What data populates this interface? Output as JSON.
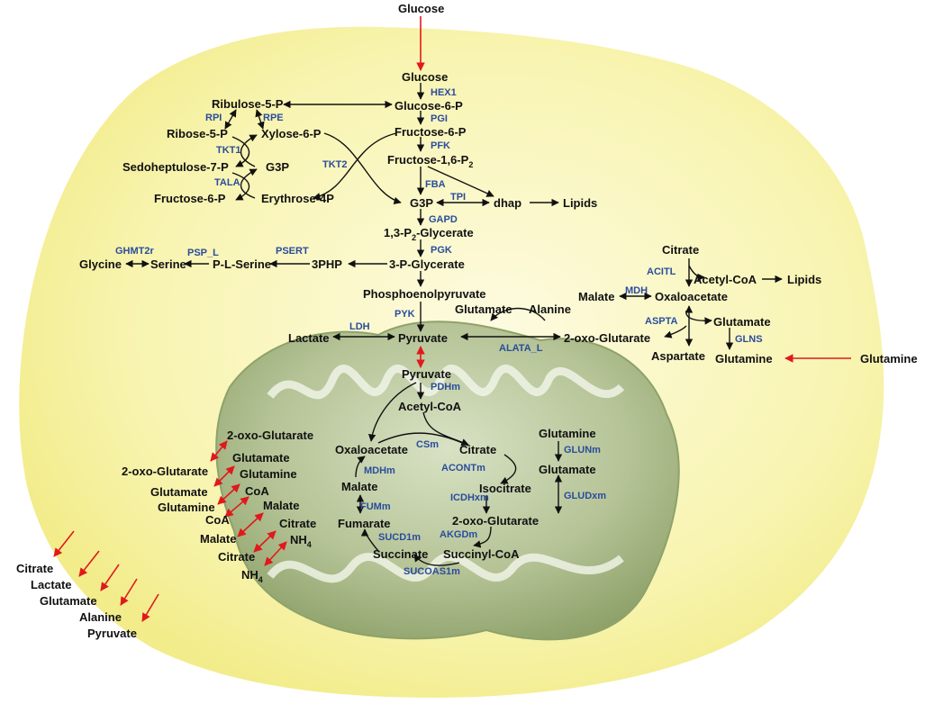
{
  "colors": {
    "cell_fill": "#f7f3a6",
    "cell_center": "#fdfbe0",
    "mito_fill": "#b9c79d",
    "mito_dark": "#7f945d",
    "enzyme": "#2a4d9c",
    "arrow": "#111111",
    "transport_arrow": "#e0191c"
  },
  "metabolites": {
    "glucose_ext": "Glucose",
    "glucose": "Glucose",
    "g6p": "Glucose-6-P",
    "f6p": "Fructose-6-P",
    "f16p_pre": "Fructose-1,6-P",
    "f16p_sub": "2",
    "g3p": "G3P",
    "dhap": "dhap",
    "lipids_dhap": "Lipids",
    "bpg_pre": "1,3-P",
    "bpg_sub": "2",
    "bpg_post": "-Glycerate",
    "pg3": "3-P-Glycerate",
    "pep": "Phosphoenolpyruvate",
    "pyruvate": "Pyruvate",
    "lactate": "Lactate",
    "php3": "3PHP",
    "plserine": "P-L-Serine",
    "serine": "Serine",
    "glycine": "Glycine",
    "ru5p": "Ribulose-5-P",
    "r5p": "Ribose-5-P",
    "x5p": "Xylose-6-P",
    "s7p": "Sedoheptulose-7-P",
    "g3p_ppp": "G3P",
    "f6p_ppp": "Fructose-6-P",
    "e4p": "Erythrose-4P",
    "glutamate_ala": "Glutamate",
    "alanine": "Alanine",
    "oxoglut_cyt": "2-oxo-Glutarate",
    "citrate_cyt": "Citrate",
    "acetylcoa_cyt": "Acetyl-CoA",
    "lipids_cyt": "Lipids",
    "malate_cyt": "Malate",
    "oaa_cyt": "Oxaloacetate",
    "glutamate_cyt": "Glutamate",
    "aspartate": "Aspartate",
    "glutamine_cyt": "Glutamine",
    "glutamine_ext": "Glutamine",
    "pyr_m": "Pyruvate",
    "acetylcoa_m": "Acetyl-CoA",
    "oaa_m": "Oxaloacetate",
    "citrate_m": "Citrate",
    "isocitrate_m": "Isocitrate",
    "oxoglut_m": "2-oxo-Glutarate",
    "succcoa_m": "Succinyl-CoA",
    "succinate_m": "Succinate",
    "fumarate_m": "Fumarate",
    "malate_m": "Malate",
    "glutamine_m": "Glutamine",
    "glutamate_m": "Glutamate",
    "in_oxoglut": "2-oxo-Glutarate",
    "in_glutamate": "Glutamate",
    "in_glutamine": "Glutamine",
    "in_coa": "CoA",
    "in_malate": "Malate",
    "in_citrate": "Citrate",
    "in_nh4": "NH",
    "out_oxoglut": "2-oxo-Glutarate",
    "out_glutamate": "Glutamate",
    "out_glutamine": "Glutamine",
    "out_coa": "CoA",
    "out_malate": "Malate",
    "out_citrate": "Citrate",
    "out_nh4": "NH",
    "nh4_sub": "4",
    "sec_citrate": "Citrate",
    "sec_lactate": "Lactate",
    "sec_glutamate": "Glutamate",
    "sec_alanine": "Alanine",
    "sec_pyruvate": "Pyruvate"
  },
  "enzymes": {
    "hex1": "HEX1",
    "pgi": "PGI",
    "pfk": "PFK",
    "fba": "FBA",
    "tpi": "TPI",
    "gapd": "GAPD",
    "pgk": "PGK",
    "pyk": "PYK",
    "ldh": "LDH",
    "psert": "PSERT",
    "psp_l": "PSP_L",
    "ghmt2r": "GHMT2r",
    "rpi": "RPI",
    "rpe": "RPE",
    "tkt1": "TKT1",
    "tala": "TALA",
    "tkt2": "TKT2",
    "alata_l": "ALATA_L",
    "acitl": "ACITL",
    "mdh": "MDH",
    "aspta": "ASPTA",
    "glns": "GLNS",
    "pdhm": "PDHm",
    "csm": "CSm",
    "acontm": "ACONTm",
    "icdhxm": "ICDHxm",
    "akgdm": "AKGDm",
    "sucoas1m": "SUCOAS1m",
    "sucd1m": "SUCD1m",
    "fumm": "FUMm",
    "mdhm": "MDHm",
    "glunm": "GLUNm",
    "gludxm": "GLUDxm"
  }
}
